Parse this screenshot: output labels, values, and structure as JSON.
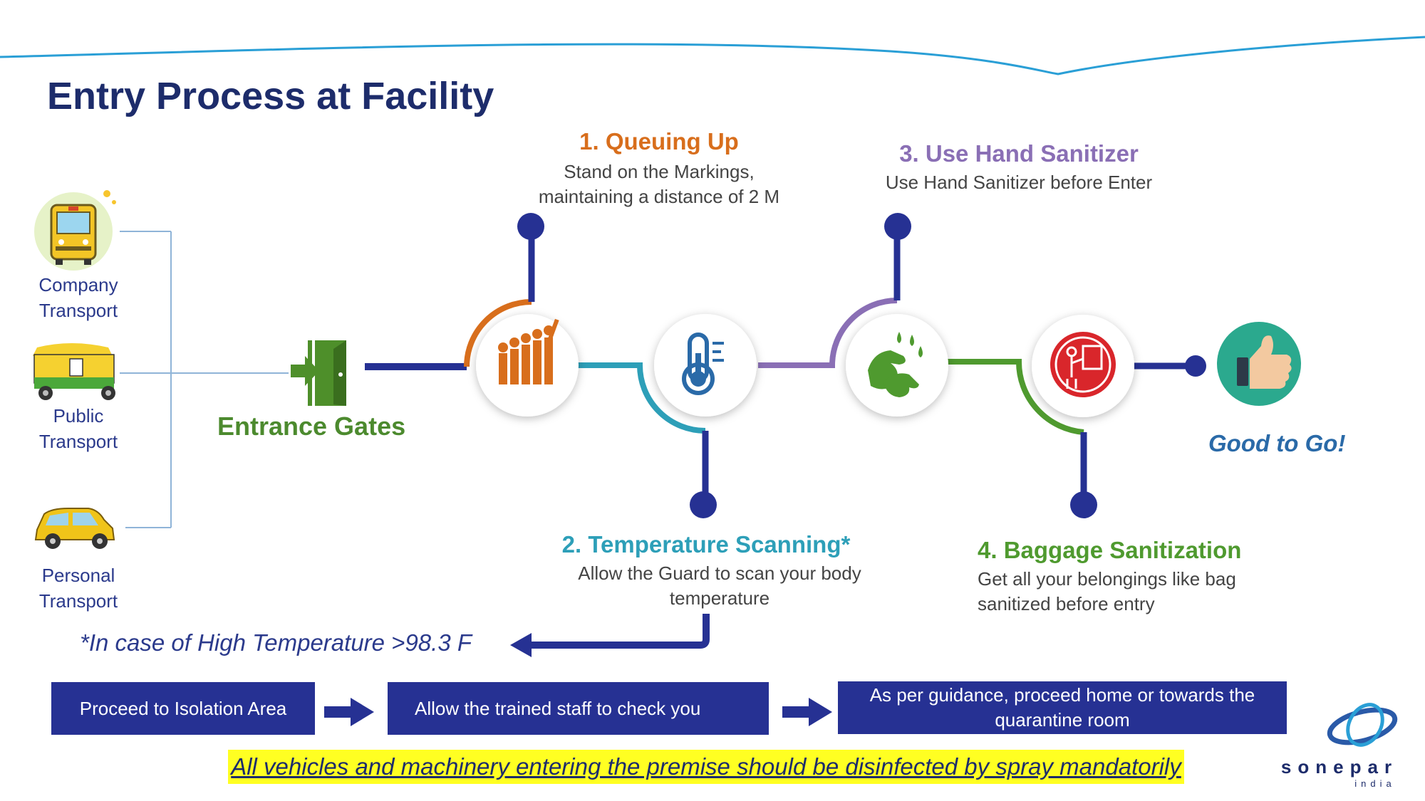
{
  "title": "Entry Process at Facility",
  "transport": {
    "company": {
      "line1": "Company",
      "line2": "Transport",
      "icon": "bus-icon"
    },
    "public": {
      "line1": "Public",
      "line2": "Transport",
      "icon": "auto-rickshaw-icon"
    },
    "personal": {
      "line1": "Personal",
      "line2": "Transport",
      "icon": "car-icon"
    }
  },
  "entrance_label": "Entrance Gates",
  "steps": [
    {
      "title": "1. Queuing Up",
      "desc_line1": "Stand on the Markings,",
      "desc_line2": "maintaining a distance of 2 M",
      "color": "#d86e1c",
      "icon": "queue-people-icon"
    },
    {
      "title": "2. Temperature Scanning*",
      "desc_line1": "Allow the Guard to scan your body",
      "desc_line2": "temperature",
      "color": "#2d9fb8",
      "icon": "thermometer-icon"
    },
    {
      "title": "3. Use Hand Sanitizer",
      "desc_line1": "Use Hand Sanitizer before Enter",
      "desc_line2": "",
      "color": "#8a6fb5",
      "icon": "hand-wash-icon"
    },
    {
      "title": "4. Baggage Sanitization",
      "desc_line1": "Get all your belongings like bag",
      "desc_line2": "sanitized before entry",
      "color": "#4f9a2f",
      "icon": "baggage-check-icon"
    }
  ],
  "final_label": "Good to Go!",
  "high_temp_note": "*In case of High Temperature >98.3 F",
  "actions": [
    {
      "line1": "Proceed to Isolation Area",
      "line2": ""
    },
    {
      "line1": "Allow the trained staff to check you",
      "line2": ""
    },
    {
      "line1": "As per guidance, proceed home or towards the",
      "line2": "quarantine room"
    }
  ],
  "banner": "All vehicles and machinery entering the premise should be disinfected by spray mandatorily",
  "logo": {
    "name": "sonepar",
    "sub": "india"
  },
  "colors": {
    "navy": "#263193",
    "orange": "#d86e1c",
    "teal": "#2d9fb8",
    "purple": "#8a6fb5",
    "green": "#4f9a2f",
    "wave": "#2a9fd6",
    "highlight": "#ffff22"
  }
}
